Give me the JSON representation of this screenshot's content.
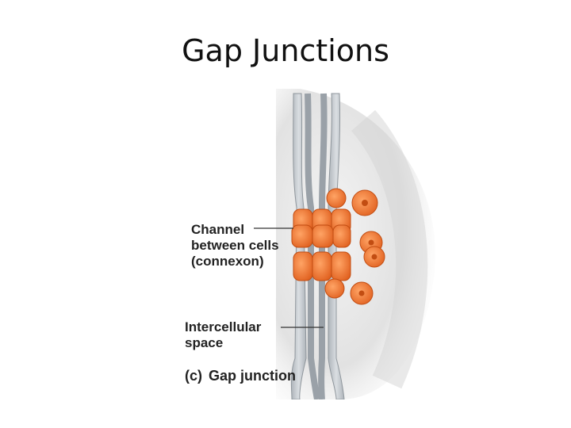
{
  "title": "Gap Junctions",
  "labels": {
    "channel": [
      "Channel",
      "between cells",
      "(connexon)"
    ],
    "intercellular": [
      "Intercellular",
      "space"
    ],
    "caption_letter": "(c)",
    "caption_text": "Gap junction"
  },
  "colors": {
    "connexon": "#f07a2c",
    "connexon_dark": "#d9581a",
    "membrane": "#c9ced3",
    "membrane_dark": "#9aa1a8",
    "background_shade": "#e6e6e6"
  }
}
